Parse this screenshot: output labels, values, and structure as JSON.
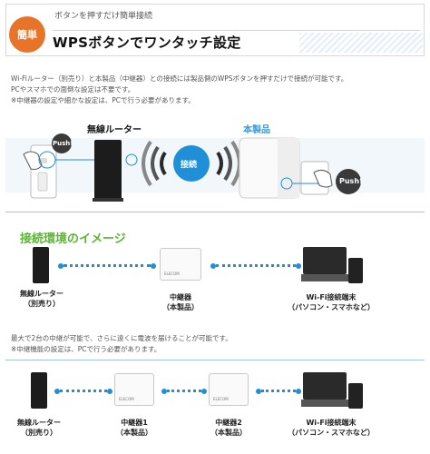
{
  "header": {
    "subtitle": "ボタンを押すだけ簡単接続",
    "badge": "簡単",
    "title": "WPSボタンでワンタッチ設定"
  },
  "description": [
    "Wi-Fiルーター（別売り）と本製品（中継器）との接続には製品側のWPSボタンを押すだけで接続が可能です。",
    "PCやスマホでの面倒な設定は不要です。",
    "※中継器の設定や細かな設定は、PCで行う必要があります。"
  ],
  "illustration": {
    "router_label": "無線ルーター",
    "product_label": "本製品",
    "push_label": "Push!",
    "connect_label": "接続"
  },
  "section1": {
    "title": "接続環境のイメージ",
    "router": [
      "無線ルーター",
      "（別売り）"
    ],
    "repeater": [
      "中継器",
      "（本製品）"
    ],
    "terminal": [
      "Wi-Fi接続端末",
      "（パソコン・スマホなど）"
    ]
  },
  "note": [
    "最大で2台の中継が可能で、さらに遠くに電波を届けることが可能です。",
    "※中継機能の設定は、PCで行う必要があります。"
  ],
  "section2": {
    "router": [
      "無線ルーター",
      "（別売り）"
    ],
    "repeater1": [
      "中継器1",
      "（本製品）"
    ],
    "repeater2": [
      "中継器2",
      "（本製品）"
    ],
    "terminal": [
      "Wi-Fi接続端末",
      "（パソコン・スマホなど）"
    ]
  },
  "device_logo": "ELECOM",
  "colors": {
    "badge": "#e8742a",
    "accent_blue": "#1f8fd8",
    "section_green": "#5bb533",
    "product_blue": "#3a9ad9"
  }
}
